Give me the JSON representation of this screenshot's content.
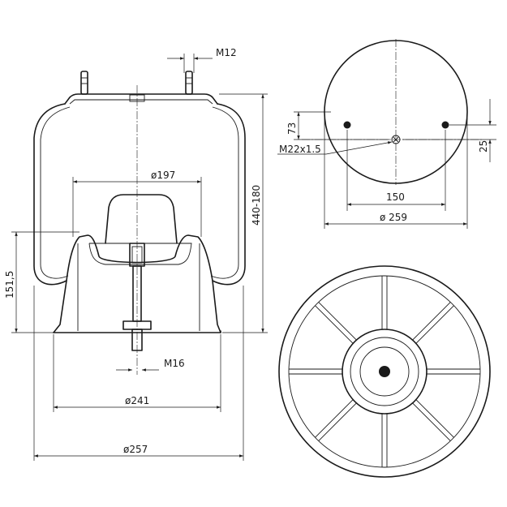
{
  "side_view": {
    "labels": {
      "stud_thread": "M12",
      "inner_diameter": "ø197",
      "height_range": "440-180",
      "piston_height": "151,5",
      "bottom_thread": "M16",
      "piston_diameter": "ø241",
      "outer_diameter": "ø257"
    }
  },
  "top_view": {
    "labels": {
      "offset_73": "73",
      "center_thread": "M22x1.5",
      "offset_25": "25",
      "stud_spacing": "150",
      "plate_diameter": "ø 259"
    }
  }
}
